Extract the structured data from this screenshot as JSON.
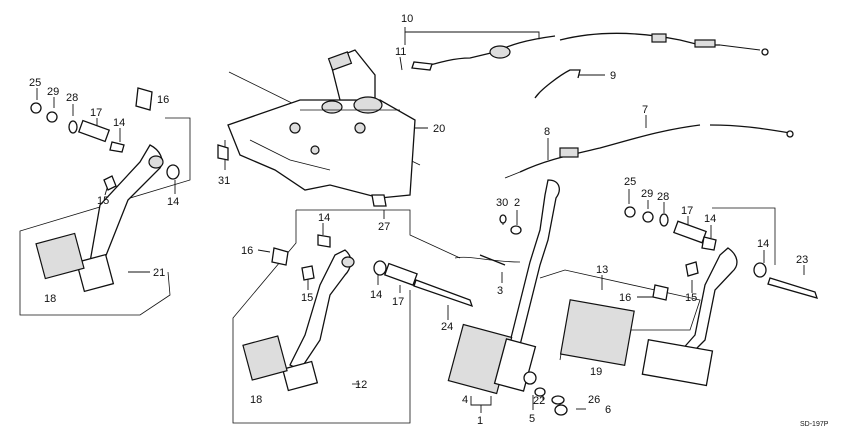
{
  "callouts": {
    "c1": "1",
    "c2": "2",
    "c3": "3",
    "c4": "4",
    "c5": "5",
    "c6": "6",
    "c7": "7",
    "c8": "8",
    "c9": "9",
    "c10": "10",
    "c11": "11",
    "c12": "12",
    "c13": "13",
    "c14a": "14",
    "c14b": "14",
    "c14c": "14",
    "c14d": "14",
    "c14e": "14",
    "c14f": "14",
    "c15a": "15",
    "c15b": "15",
    "c15c": "15",
    "c16a": "16",
    "c16b": "16",
    "c16c": "16",
    "c17a": "17",
    "c17b": "17",
    "c17c": "17",
    "c18a": "18",
    "c18b": "18",
    "c19": "19",
    "c20": "20",
    "c21": "21",
    "c22": "22",
    "c23": "23",
    "c24": "24",
    "c25a": "25",
    "c25b": "25",
    "c26": "26",
    "c27": "27",
    "c28a": "28",
    "c28b": "28",
    "c29a": "29",
    "c29b": "29",
    "c30": "30",
    "c31": "31"
  },
  "diagram_code": "SD-197P"
}
